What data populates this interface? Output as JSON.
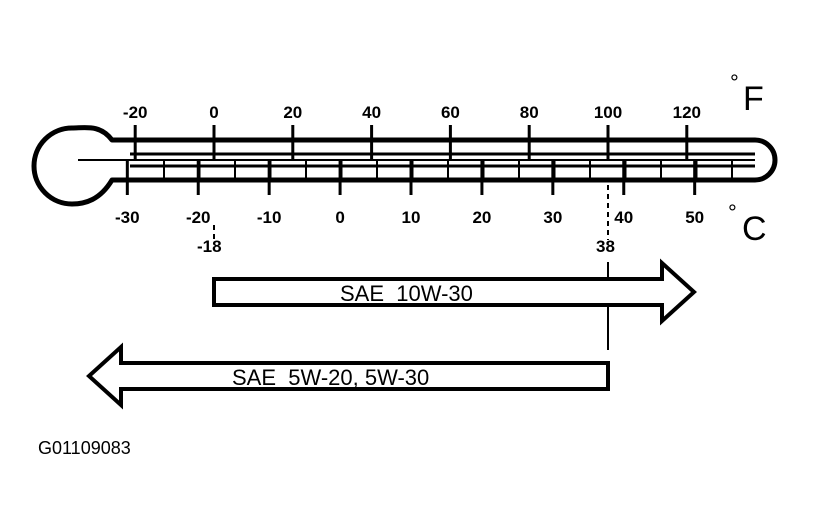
{
  "thermometer": {
    "fahrenheit": {
      "unit_symbol": "°",
      "unit_letter": "F",
      "ticks": [
        -20,
        0,
        20,
        40,
        60,
        80,
        100,
        120
      ]
    },
    "celsius": {
      "unit_symbol": "°",
      "unit_letter": "C",
      "ticks": [
        -30,
        -20,
        -10,
        0,
        10,
        20,
        30,
        40,
        50
      ]
    },
    "reference_marks": [
      "-18",
      "38"
    ]
  },
  "oil_ranges": [
    {
      "label": "SAE  10W-30",
      "from_f": 0,
      "direction": "right"
    },
    {
      "label": "SAE  5W-20, 5W-30",
      "to_f": 100,
      "direction": "left"
    }
  ],
  "figure_id": "G01109083",
  "colors": {
    "ink": "#000000",
    "paper": "#ffffff"
  }
}
